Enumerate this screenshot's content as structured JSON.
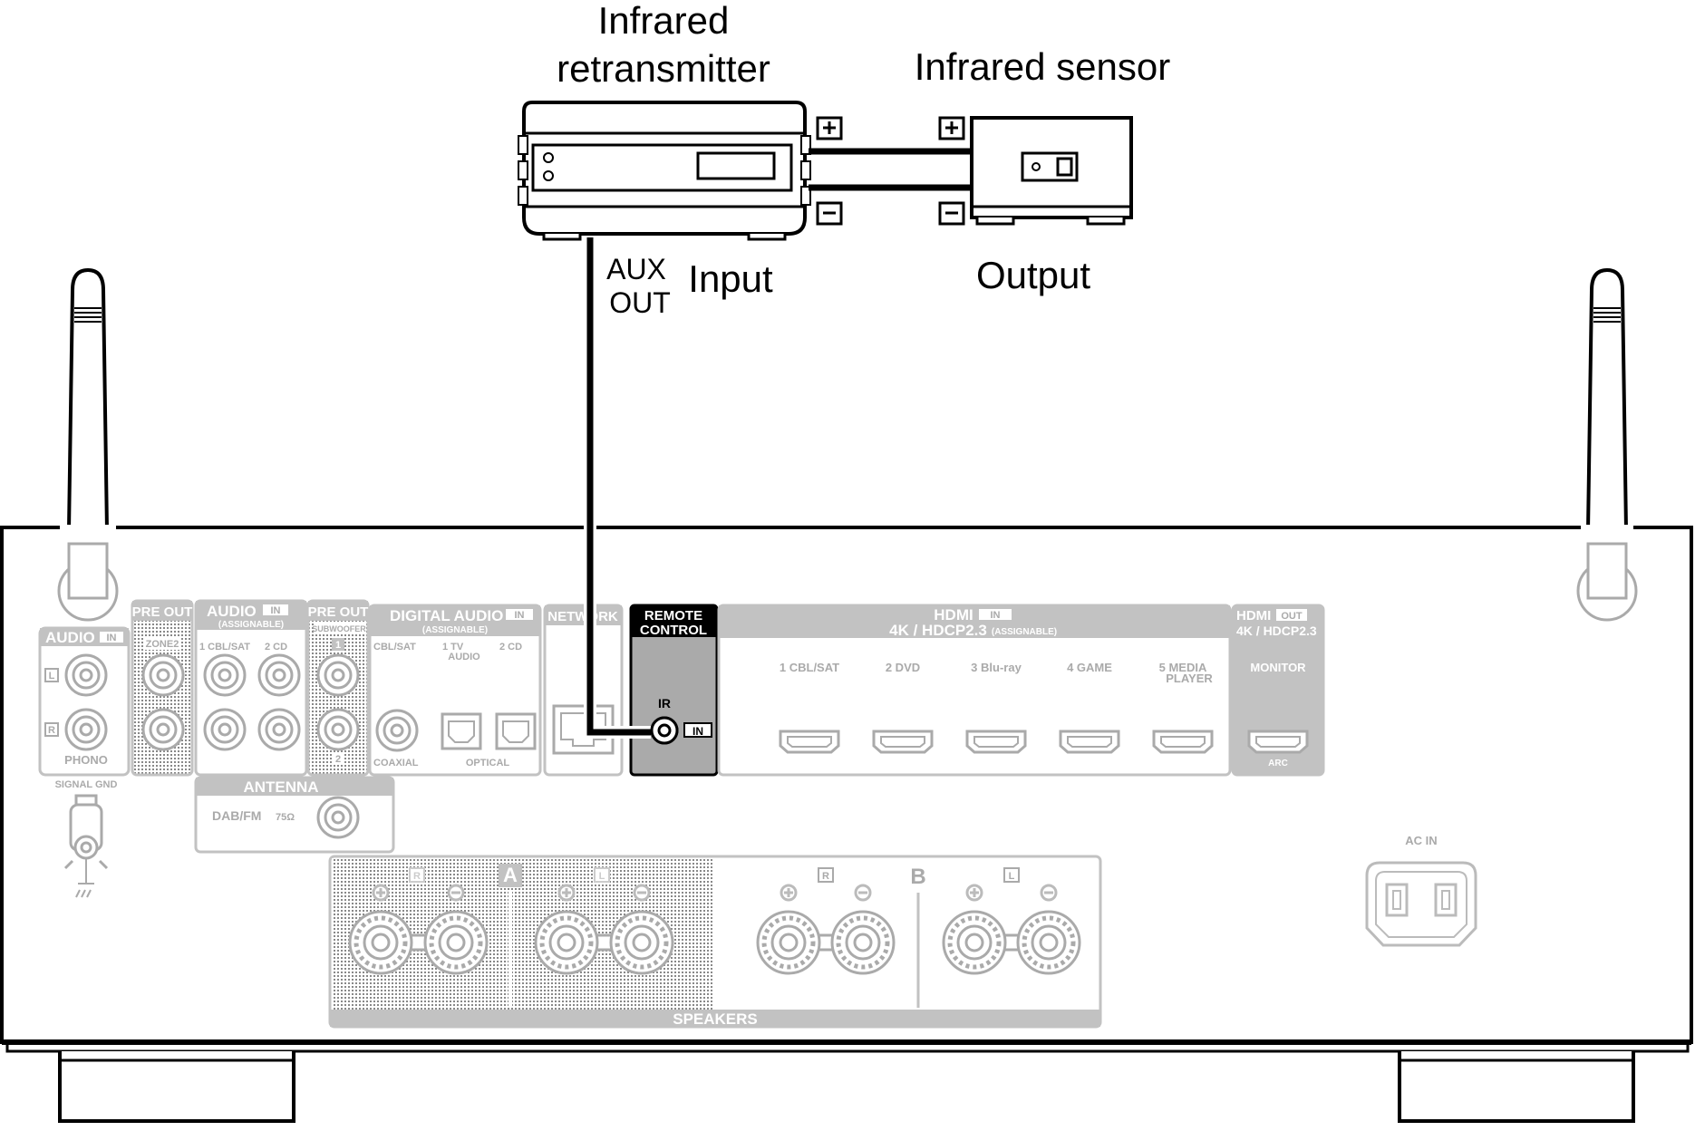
{
  "colors": {
    "panel_gray": "#c2c2c2",
    "outline": "#000000",
    "label_gray": "#a8a8a8",
    "remote_panel": "#aaaaaa"
  },
  "labels": {
    "retransmitter_line1": "Infrared",
    "retransmitter_line2": "retransmitter",
    "sensor": "Infrared sensor",
    "aux_line1": "AUX",
    "aux_line2": "OUT",
    "input": "Input",
    "output": "Output",
    "plus": "+",
    "minus": "−"
  },
  "panel": {
    "audio_in": {
      "title": "AUDIO",
      "tag": "IN",
      "l": "L",
      "r": "R",
      "phono": "PHONO",
      "signal_gnd": "SIGNAL GND"
    },
    "pre_out_zone2": {
      "title": "PRE OUT",
      "sub": "ZONE2"
    },
    "audio_assignable": {
      "title": "AUDIO",
      "tag": "IN",
      "sub": "(ASSIGNABLE)",
      "in1": "1 CBL/SAT",
      "in2": "2  CD"
    },
    "pre_out_sub": {
      "title": "PRE OUT",
      "sub": "SUBWOOFER",
      "n1": "1",
      "n2": "2"
    },
    "digital_audio": {
      "title": "DIGITAL AUDIO",
      "tag": "IN",
      "sub": "(ASSIGNABLE)",
      "cbl": "CBL/SAT",
      "tv": "1  TV",
      "tv2": "AUDIO",
      "cd": "2  CD",
      "coaxial": "COAXIAL",
      "optical": "OPTICAL"
    },
    "network": {
      "title": "NETWORK"
    },
    "remote_control": {
      "title1": "REMOTE",
      "title2": "CONTROL",
      "ir": "IR",
      "tag": "IN"
    },
    "hdmi_in": {
      "title": "HDMI",
      "tag": "IN",
      "sub": "4K / HDCP2.3",
      "sub2": "(ASSIGNABLE)",
      "p1": "1  CBL/SAT",
      "p2": "2  DVD",
      "p3": "3  Blu-ray",
      "p4": "4  GAME",
      "p5a": "5  MEDIA",
      "p5b": "PLAYER"
    },
    "hdmi_out": {
      "title": "HDMI",
      "tag": "OUT",
      "sub": "4K / HDCP2.3",
      "monitor": "MONITOR",
      "arc": "ARC"
    },
    "antenna": {
      "title": "ANTENNA",
      "dab": "DAB/FM",
      "ohm": "75Ω"
    },
    "speakers": {
      "title": "SPEAKERS",
      "a": "A",
      "b": "B",
      "r": "R",
      "l": "L"
    },
    "ac_in": "AC IN"
  }
}
